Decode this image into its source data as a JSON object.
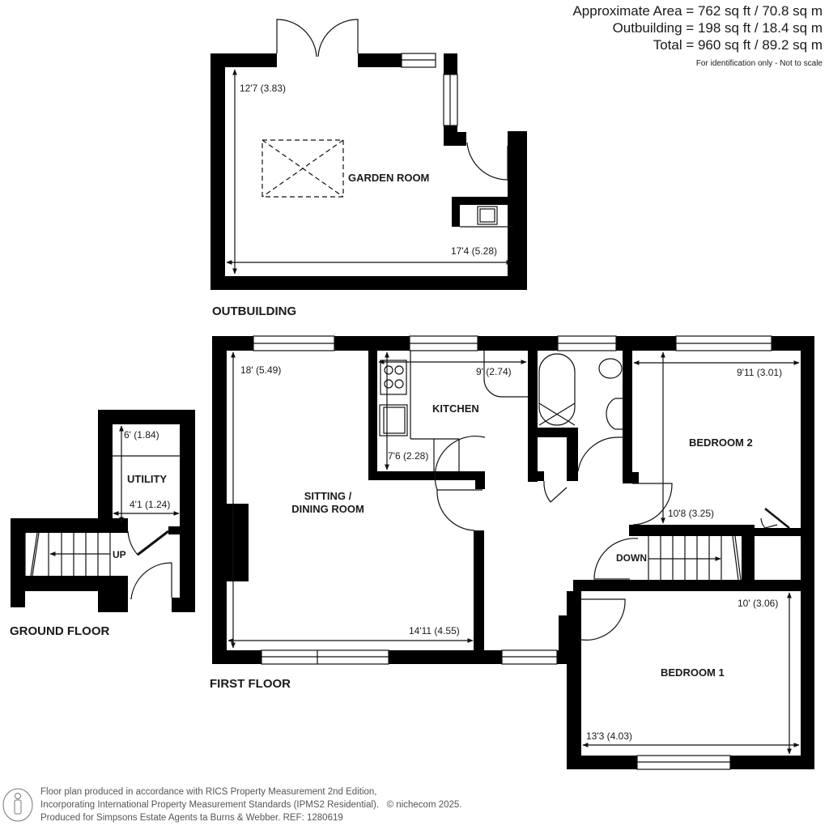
{
  "header": {
    "area_lines": [
      "Approximate Area = 762 sq ft / 70.8 sq m",
      "Outbuilding = 198 sq ft / 18.4 sq m",
      "Total = 960 sq ft / 89.2 sq m"
    ],
    "note": "For identification only - Not to scale"
  },
  "floors": {
    "outbuilding": {
      "label": "OUTBUILDING",
      "rooms": [
        {
          "name": "GARDEN ROOM",
          "dims": [
            "12'7 (3.83)",
            "17'4 (5.28)"
          ]
        }
      ]
    },
    "ground_floor": {
      "label": "GROUND FLOOR",
      "rooms": [
        {
          "name": "UTILITY",
          "dims": [
            "6' (1.84)",
            "4'1 (1.24)"
          ]
        }
      ],
      "stairs_label": "UP"
    },
    "first_floor": {
      "label": "FIRST FLOOR",
      "rooms": [
        {
          "name": "SITTING /",
          "name2": "DINING ROOM",
          "dims": [
            "18' (5.49)",
            "14'11 (4.55)"
          ]
        },
        {
          "name": "KITCHEN",
          "dims": [
            "9' (2.74)",
            "7'6 (2.28)"
          ]
        },
        {
          "name": "BEDROOM 2",
          "dims": [
            "9'11 (3.01)",
            "10'8 (3.25)"
          ]
        },
        {
          "name": "BEDROOM 1",
          "dims": [
            "10' (3.06)",
            "13'3 (4.03)"
          ]
        }
      ],
      "stairs_label": "DOWN"
    }
  },
  "footer": {
    "lines": [
      "Floor plan produced in accordance with RICS Property Measurement 2nd Edition,",
      "Incorporating International Property Measurement Standards (IPMS2 Residential).",
      "Produced for Simpsons Estate Agents ta Burns & Webber.   REF:  1280619"
    ],
    "copyright": "© nichecom 2025.",
    "icon": "person-in-circle-icon"
  },
  "colors": {
    "wall": "#000000",
    "background": "#ffffff",
    "text": "#1a1a1a",
    "footer_text": "#555555"
  }
}
